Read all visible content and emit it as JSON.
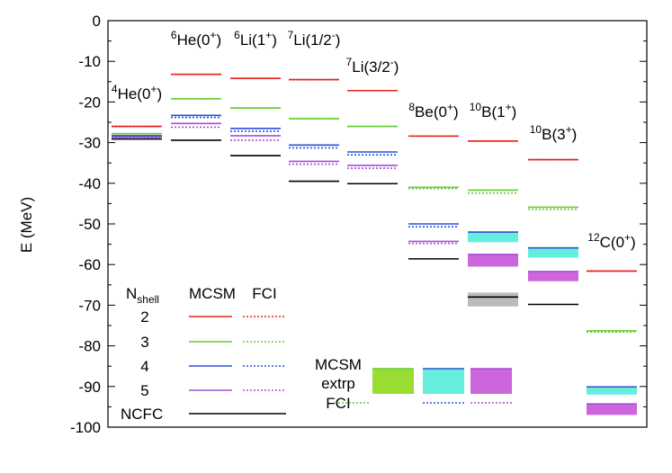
{
  "chart_data": {
    "type": "level-scheme",
    "ylabel": "E (MeV)",
    "ylim": [
      -100,
      0
    ],
    "yticks": [
      0,
      -10,
      -20,
      -30,
      -40,
      -50,
      -60,
      -70,
      -80,
      -90,
      -100
    ],
    "grid": false,
    "colors": {
      "2": "#e8211c",
      "3": "#66cc33",
      "4": "#2b50d6",
      "5": "#a64dd6",
      "NCFC": "#000000",
      "extrap_Be": "#99dd33",
      "extrap_B": "#66eedd",
      "extrap_B3": "#cc66dd",
      "extrap_gray": "#bbbbbb"
    },
    "nuclei": [
      {
        "label_sup": "4",
        "label_el": "He",
        "label_state": "(0",
        "label_parity": "+",
        "label_end": ")",
        "levels": {
          "2": -26,
          "3": -27.8,
          "4": -28.3,
          "5": -28.6,
          "NCFC": -29.1
        },
        "fci": {
          "2": -26,
          "3": -27.8,
          "4": -28.3,
          "5": -28.7
        },
        "extrap": []
      },
      {
        "label_sup": "6",
        "label_el": "He",
        "label_state": "(0",
        "label_parity": "+",
        "label_end": ")",
        "levels": {
          "2": -13.2,
          "3": -19.2,
          "4": -23.3,
          "5": -25.3,
          "NCFC": -29.4
        },
        "fci": {
          "2": -13.2,
          "3": -19.2,
          "4": -23.8,
          "5": -26.2
        },
        "extrap": []
      },
      {
        "label_sup": "6",
        "label_el": "Li",
        "label_state": "(1",
        "label_parity": "+",
        "label_end": ")",
        "levels": {
          "2": -14.2,
          "3": -21.5,
          "4": -26.5,
          "5": -28.3,
          "NCFC": -33.2
        },
        "fci": {
          "2": -14.2,
          "3": -21.5,
          "4": -27.2,
          "5": -29.4
        },
        "extrap": []
      },
      {
        "label_sup": "7",
        "label_el": "Li",
        "label_state": "(1/2",
        "label_parity": "-",
        "label_end": ")",
        "levels": {
          "2": -14.5,
          "3": -24.1,
          "4": -30.6,
          "5": -34.6,
          "NCFC": -39.5
        },
        "fci": {
          "2": -14.5,
          "3": -24.1,
          "4": -31.3,
          "5": -35.3
        },
        "extrap": []
      },
      {
        "label_sup": "7",
        "label_el": "Li",
        "label_state": "(3/2",
        "label_parity": "-",
        "label_end": ")",
        "levels": {
          "2": -17.2,
          "3": -26.0,
          "4": -32.3,
          "5": -35.6,
          "NCFC": -40.1
        },
        "fci": {
          "2": -17.2,
          "3": -26.0,
          "4": -33.0,
          "5": -36.3
        },
        "extrap": []
      },
      {
        "label_sup": "8",
        "label_el": "Be",
        "label_state": "(0",
        "label_parity": "+",
        "label_end": ")",
        "levels": {
          "2": -28.4,
          "3": -41.0,
          "4": -50.0,
          "5": -54.3,
          "NCFC": -58.6
        },
        "fci": {
          "2": -28.4,
          "3": -41.3,
          "4": -50.7,
          "5": -54.8
        },
        "extrap": []
      },
      {
        "label_sup": "10",
        "label_el": "B",
        "label_state": "(1",
        "label_parity": "+",
        "label_end": ")",
        "levels": {
          "2": -29.6,
          "3": -41.7,
          "4": -52.0,
          "5": -57.5,
          "NCFC": -68.0
        },
        "fci": {
          "2": -29.6,
          "3": -42.4
        },
        "extrap": [
          {
            "color": "extrap_B",
            "from": -52.0,
            "to": -54.5
          },
          {
            "color": "extrap_B3",
            "from": -57.5,
            "to": -60.5
          },
          {
            "color": "extrap_gray",
            "from": -66.9,
            "to": -70.3
          }
        ]
      },
      {
        "label_sup": "10",
        "label_el": "B",
        "label_state": "(3",
        "label_parity": "+",
        "label_end": ")",
        "levels": {
          "2": -34.2,
          "3": -45.9,
          "4": -55.9,
          "5": -61.7,
          "NCFC": -69.8
        },
        "fci": {
          "2": -34.2,
          "3": -46.4
        },
        "extrap": [
          {
            "color": "extrap_B",
            "from": -55.9,
            "to": -58.3
          },
          {
            "color": "extrap_B3",
            "from": -61.7,
            "to": -64.1
          }
        ]
      },
      {
        "label_sup": "12",
        "label_el": "C",
        "label_state": "(0",
        "label_parity": "+",
        "label_end": ")",
        "levels": {
          "2": -61.6,
          "3": -76.3,
          "4": -90.1,
          "5": -94.3
        },
        "fci": {
          "2": -61.6,
          "3": -76.6
        },
        "extrap": [
          {
            "color": "extrap_B",
            "from": -90.1,
            "to": -92.0
          },
          {
            "color": "extrap_B3",
            "from": -94.3,
            "to": -97.0
          }
        ]
      }
    ],
    "legend": {
      "header_n": "N",
      "header_sub": "shell",
      "header_mcsm": "MCSM",
      "header_fci": "FCI",
      "rows": [
        {
          "label": "2",
          "key": "2"
        },
        {
          "label": "3",
          "key": "3"
        },
        {
          "label": "4",
          "key": "4"
        },
        {
          "label": "5",
          "key": "5"
        },
        {
          "label": "NCFC",
          "key": "NCFC"
        }
      ]
    },
    "extrap_legend": {
      "line1": "MCSM",
      "line2": "extrp",
      "line3": "FCI",
      "swatches": [
        "extrap_Be",
        "extrap_B",
        "extrap_B3"
      ],
      "fci_colors": [
        "3",
        "4",
        "5"
      ]
    }
  }
}
